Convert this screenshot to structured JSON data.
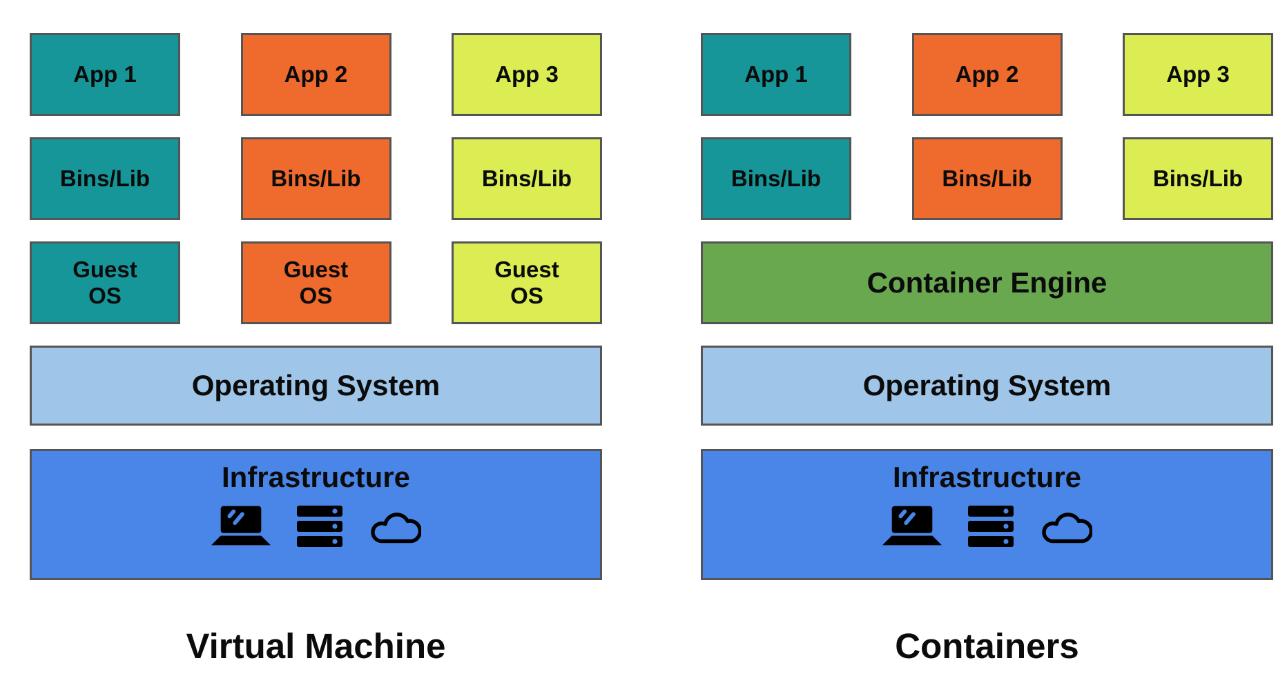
{
  "palette": {
    "teal": "#17969a",
    "orange": "#ef6a2d",
    "lime": "#dbed53",
    "green": "#6aa84f",
    "light_blue": "#9fc5e8",
    "blue": "#4a86e8",
    "border": "#555555",
    "text": "#0b0b0b"
  },
  "vm": {
    "title": "Virtual Machine",
    "apps": [
      "App 1",
      "App 2",
      "App 3"
    ],
    "bins": [
      "Bins/Lib",
      "Bins/Lib",
      "Bins/Lib"
    ],
    "guest_os": [
      "Guest\nOS",
      "Guest\nOS",
      "Guest\nOS"
    ],
    "os_bar": "Operating System",
    "infra_bar": "Infrastructure",
    "infra_icons": [
      "laptop-icon",
      "server-stack-icon",
      "cloud-icon"
    ]
  },
  "containers": {
    "title": "Containers",
    "apps": [
      "App 1",
      "App 2",
      "App 3"
    ],
    "bins": [
      "Bins/Lib",
      "Bins/Lib",
      "Bins/Lib"
    ],
    "container_engine": "Container Engine",
    "os_bar": "Operating System",
    "infra_bar": "Infrastructure",
    "infra_icons": [
      "laptop-icon",
      "server-stack-icon",
      "cloud-icon"
    ]
  }
}
